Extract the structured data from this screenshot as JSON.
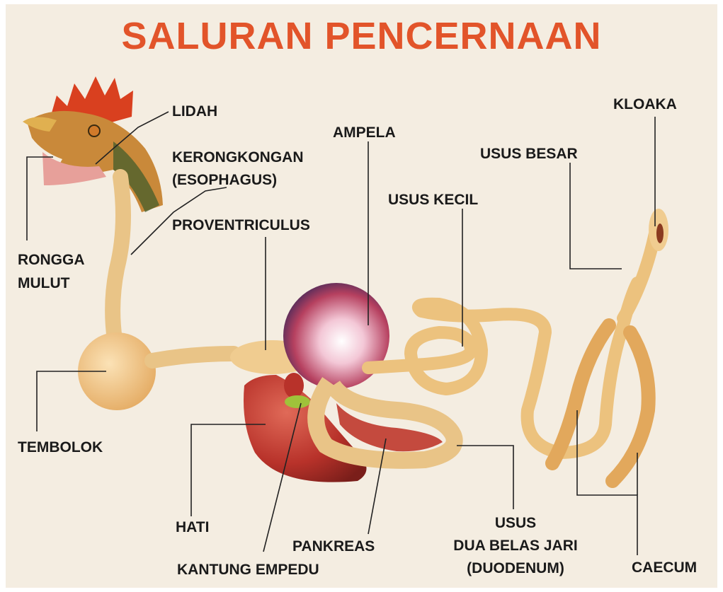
{
  "title": "SALURAN PENCERNAAN",
  "labels": {
    "lidah": "LIDAH",
    "kerongkongan": "KERONGKONGAN",
    "esophagus": "(ESOPHAGUS)",
    "proventriculus": "PROVENTRICULUS",
    "ampela": "AMPELA",
    "usus_kecil": "USUS KECIL",
    "usus_besar": "USUS BESAR",
    "kloaka": "KLOAKA",
    "rongga": "RONGGA",
    "mulut": "MULUT",
    "tembolok": "TEMBOLOK",
    "hati": "HATI",
    "pankreas": "PANKREAS",
    "kantung_empedu": "KANTUNG EMPEDU",
    "usus": "USUS",
    "dua_belas_jari": "DUA BELAS JARI",
    "duodenum": "(DUODENUM)",
    "caecum": "CAECUM"
  },
  "colors": {
    "title": "#e2542a",
    "background": "#f4ede1",
    "comb": "#d9401f",
    "intestine": "#e8b46a",
    "liver": "#b8322a",
    "gizzard": "#8e2a3e",
    "gallbladder": "#9fc23a",
    "leader": "#222222"
  }
}
